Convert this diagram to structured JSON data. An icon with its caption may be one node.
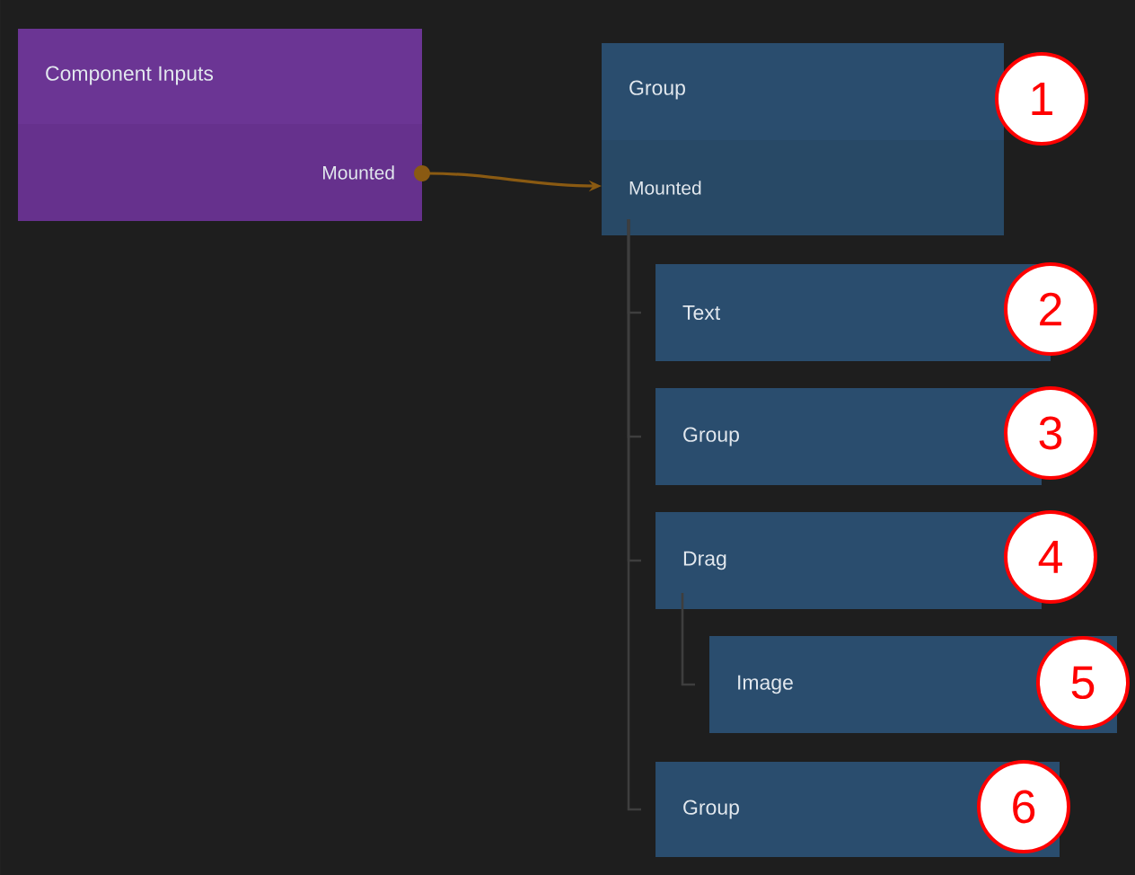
{
  "diagram": {
    "nodes": [
      {
        "text": [
          "Component Inputs",
          "Mounted"
        ]
      },
      {
        "text": [
          "Group",
          "Mounted"
        ]
      },
      {
        "text": [
          "Text"
        ]
      },
      {
        "text": [
          "Group"
        ]
      },
      {
        "text": [
          "Drag"
        ]
      },
      {
        "text": [
          "Image"
        ]
      },
      {
        "text": [
          "Group"
        ]
      }
    ],
    "edges": [
      {
        "from": 0,
        "to": 1,
        "arrow": "to",
        "color": "#8a5a12"
      },
      {
        "from": 1,
        "to": 2,
        "arrow": "none"
      },
      {
        "from": 1,
        "to": 3,
        "arrow": "none"
      },
      {
        "from": 1,
        "to": 4,
        "arrow": "none"
      },
      {
        "from": 4,
        "to": 5,
        "arrow": "none"
      },
      {
        "from": 1,
        "to": 6,
        "arrow": "none"
      }
    ],
    "labels": [
      "1",
      "2",
      "3",
      "4",
      "5",
      "6"
    ]
  }
}
